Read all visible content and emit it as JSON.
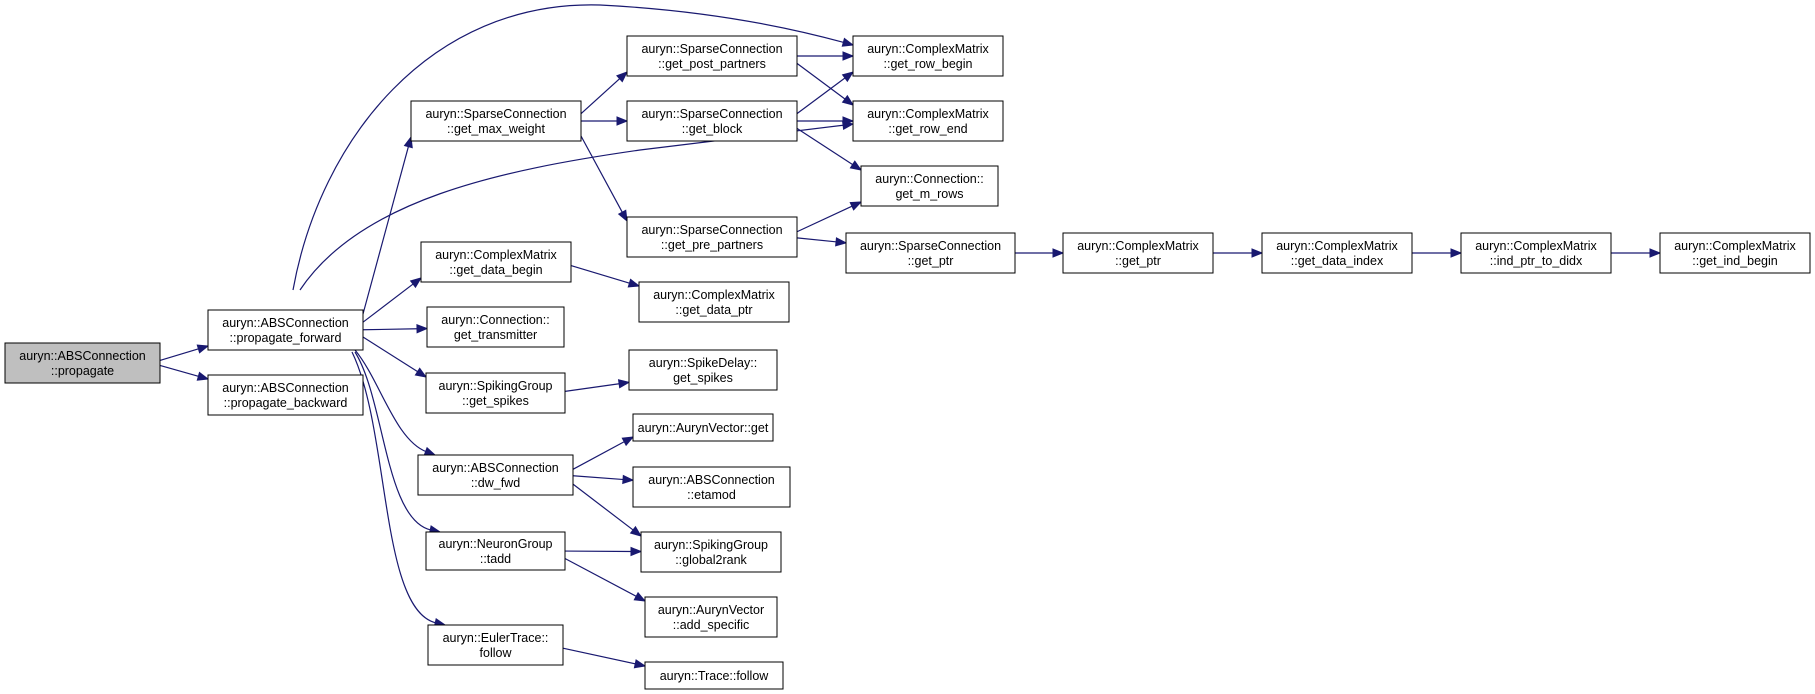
{
  "graph": {
    "nodes": [
      {
        "id": "propagate",
        "line1": "auryn::ABSConnection",
        "line2": "::propagate",
        "root": true
      },
      {
        "id": "propagate_forward",
        "line1": "auryn::ABSConnection",
        "line2": "::propagate_forward"
      },
      {
        "id": "propagate_backward",
        "line1": "auryn::ABSConnection",
        "line2": "::propagate_backward"
      },
      {
        "id": "get_max_weight",
        "line1": "auryn::SparseConnection",
        "line2": "::get_max_weight"
      },
      {
        "id": "get_data_begin",
        "line1": "auryn::ComplexMatrix",
        "line2": "::get_data_begin"
      },
      {
        "id": "get_transmitter",
        "line1": "auryn::Connection::",
        "line2": "get_transmitter"
      },
      {
        "id": "sg_get_spikes",
        "line1": "auryn::SpikingGroup",
        "line2": "::get_spikes"
      },
      {
        "id": "dw_fwd",
        "line1": "auryn::ABSConnection",
        "line2": "::dw_fwd"
      },
      {
        "id": "tadd",
        "line1": "auryn::NeuronGroup",
        "line2": "::tadd"
      },
      {
        "id": "et_follow",
        "line1": "auryn::EulerTrace::",
        "line2": "follow"
      },
      {
        "id": "get_post_partners",
        "line1": "auryn::SparseConnection",
        "line2": "::get_post_partners"
      },
      {
        "id": "get_block",
        "line1": "auryn::SparseConnection",
        "line2": "::get_block"
      },
      {
        "id": "get_pre_partners",
        "line1": "auryn::SparseConnection",
        "line2": "::get_pre_partners"
      },
      {
        "id": "get_data_ptr",
        "line1": "auryn::ComplexMatrix",
        "line2": "::get_data_ptr"
      },
      {
        "id": "sd_get_spikes",
        "line1": "auryn::SpikeDelay::",
        "line2": "get_spikes"
      },
      {
        "id": "av_get",
        "line1": "auryn::AurynVector::get",
        "line2": ""
      },
      {
        "id": "etamod",
        "line1": "auryn::ABSConnection",
        "line2": "::etamod"
      },
      {
        "id": "global2rank",
        "line1": "auryn::SpikingGroup",
        "line2": "::global2rank"
      },
      {
        "id": "add_specific",
        "line1": "auryn::AurynVector",
        "line2": "::add_specific"
      },
      {
        "id": "trace_follow",
        "line1": "auryn::Trace::follow",
        "line2": ""
      },
      {
        "id": "get_row_begin",
        "line1": "auryn::ComplexMatrix",
        "line2": "::get_row_begin"
      },
      {
        "id": "get_row_end",
        "line1": "auryn::ComplexMatrix",
        "line2": "::get_row_end"
      },
      {
        "id": "get_m_rows",
        "line1": "auryn::Connection::",
        "line2": "get_m_rows"
      },
      {
        "id": "sc_get_ptr",
        "line1": "auryn::SparseConnection",
        "line2": "::get_ptr"
      },
      {
        "id": "cm_get_ptr",
        "line1": "auryn::ComplexMatrix",
        "line2": "::get_ptr"
      },
      {
        "id": "get_data_index",
        "line1": "auryn::ComplexMatrix",
        "line2": "::get_data_index"
      },
      {
        "id": "ind_ptr_to_didx",
        "line1": "auryn::ComplexMatrix",
        "line2": "::ind_ptr_to_didx"
      },
      {
        "id": "get_ind_begin",
        "line1": "auryn::ComplexMatrix",
        "line2": "::get_ind_begin"
      }
    ],
    "edges": [
      [
        "propagate",
        "propagate_forward"
      ],
      [
        "propagate",
        "propagate_backward"
      ],
      [
        "propagate_forward",
        "get_row_begin"
      ],
      [
        "propagate_forward",
        "get_max_weight"
      ],
      [
        "propagate_forward",
        "get_row_end"
      ],
      [
        "propagate_forward",
        "get_data_begin"
      ],
      [
        "propagate_forward",
        "get_transmitter"
      ],
      [
        "propagate_forward",
        "sg_get_spikes"
      ],
      [
        "propagate_forward",
        "dw_fwd"
      ],
      [
        "propagate_forward",
        "tadd"
      ],
      [
        "propagate_forward",
        "et_follow"
      ],
      [
        "get_max_weight",
        "get_post_partners"
      ],
      [
        "get_max_weight",
        "get_block"
      ],
      [
        "get_max_weight",
        "get_pre_partners"
      ],
      [
        "get_post_partners",
        "get_row_begin"
      ],
      [
        "get_post_partners",
        "get_row_end"
      ],
      [
        "get_block",
        "get_row_begin"
      ],
      [
        "get_block",
        "get_row_end"
      ],
      [
        "get_block",
        "get_m_rows"
      ],
      [
        "get_pre_partners",
        "get_m_rows"
      ],
      [
        "get_pre_partners",
        "sc_get_ptr"
      ],
      [
        "sc_get_ptr",
        "cm_get_ptr"
      ],
      [
        "cm_get_ptr",
        "get_data_index"
      ],
      [
        "get_data_index",
        "ind_ptr_to_didx"
      ],
      [
        "ind_ptr_to_didx",
        "get_ind_begin"
      ],
      [
        "get_data_begin",
        "get_data_ptr"
      ],
      [
        "sg_get_spikes",
        "sd_get_spikes"
      ],
      [
        "dw_fwd",
        "av_get"
      ],
      [
        "dw_fwd",
        "etamod"
      ],
      [
        "dw_fwd",
        "global2rank"
      ],
      [
        "tadd",
        "global2rank"
      ],
      [
        "tadd",
        "add_specific"
      ],
      [
        "et_follow",
        "trace_follow"
      ]
    ]
  }
}
